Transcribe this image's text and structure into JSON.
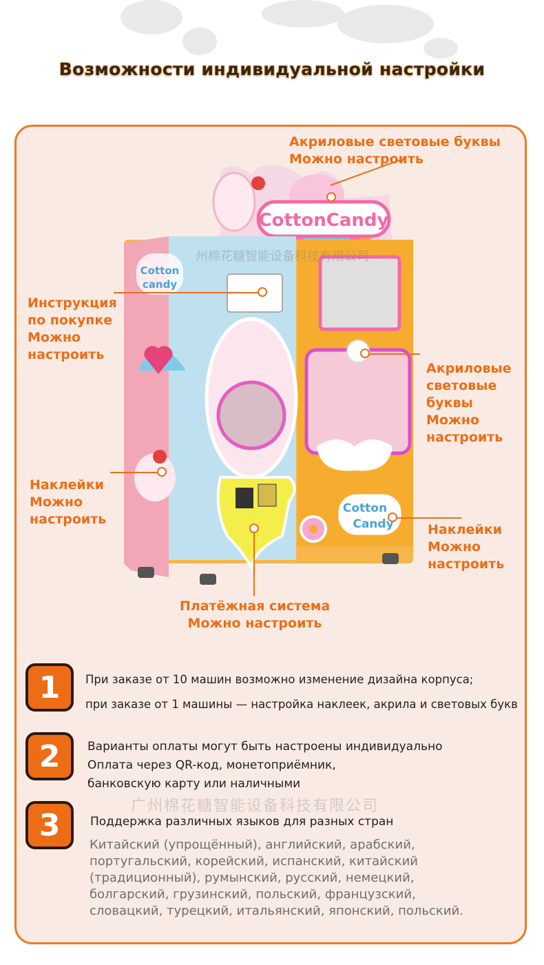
{
  "header": {
    "title": "Возможности индивидуальной настройки"
  },
  "machine": {
    "left_logo_line1": "Cotton",
    "left_logo_line2": "candy",
    "top_sign": "CottonCandy",
    "right_logo_line1": "Cotton",
    "right_logo_line2": "Candy"
  },
  "callouts": {
    "top_acrylic": [
      "Акриловые световые буквы",
      "Можно настроить"
    ],
    "instruction": [
      "Инструкция",
      "по покупке",
      "Можно",
      "настроить"
    ],
    "right_acrylic": [
      "Акриловые",
      "световые",
      "буквы",
      "Можно",
      "настроить"
    ],
    "stickers_left": [
      "Наклейки",
      "Можно",
      "настроить"
    ],
    "stickers_right": [
      "Наклейки",
      "Можно",
      "настроить"
    ],
    "payment": [
      "Платёжная система",
      "Можно настроить"
    ]
  },
  "features": [
    {
      "number": "1",
      "lines": [
        "При заказе от 10 машин возможно изменение дизайна корпуса;",
        "при заказе от 1 машины — настройка наклеек, акрила и световых букв"
      ]
    },
    {
      "number": "2",
      "lines": [
        "Варианты оплаты могут быть настроены индивидуально",
        "Оплата через QR-код, монетоприёмник,",
        "банковскую карту или наличными"
      ]
    },
    {
      "number": "3",
      "lines": [
        "Поддержка различных языков для разных стран"
      ],
      "languages": [
        "Китайский (упрощённый), английский, арабский,",
        "португальский, корейский, испанский, китайский",
        "(традиционный), румынский, русский, немецкий,",
        "болгарский, грузинский, польский, французский,",
        "словацкий, турецкий, итальянский, японский, польский."
      ]
    }
  ],
  "watermarks": {
    "machine": "州棉花糖智能设备科技有限公司",
    "bottom": "广州棉花糖智能设备科技有限公司"
  },
  "colors": {
    "accent": "#ec6d16",
    "panel_bg": "#f9ebe4",
    "machine_pink": "#f2a7b6",
    "machine_blue": "#bfe0ee",
    "machine_orange": "#f6ad2f"
  }
}
